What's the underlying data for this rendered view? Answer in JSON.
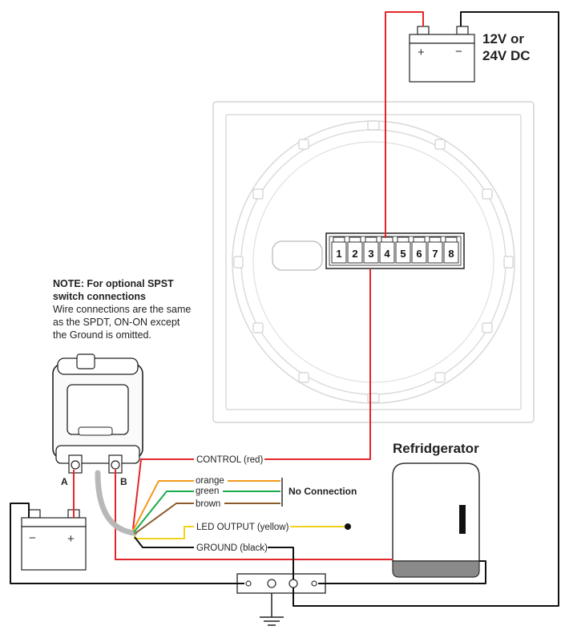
{
  "note": {
    "title_line1": "NOTE: For optional SPST",
    "title_line2": "switch connections",
    "body_line1": "Wire connections are the same",
    "body_line2": "as the SPDT, ON-ON  except",
    "body_line3": "the Ground is omitted."
  },
  "supply": {
    "line1": "12V or",
    "line2": "24V DC",
    "plus": "+",
    "minus": "−"
  },
  "terminals": [
    "1",
    "2",
    "3",
    "4",
    "5",
    "6",
    "7",
    "8"
  ],
  "switch": {
    "terminal_a": "A",
    "terminal_b": "B"
  },
  "wires": {
    "control": "CONTROL (red)",
    "orange": "orange",
    "green": "green",
    "brown": "brown",
    "no_connection": "No Connection",
    "led_output": "LED OUTPUT (yellow)",
    "ground": "GROUND (black)"
  },
  "fridge": {
    "title": "Refridgerator"
  },
  "battery_left": {
    "plus": "+",
    "minus": "−"
  },
  "colors": {
    "red": "#e4262a",
    "orange": "#f39a1e",
    "green": "#1aab4a",
    "brown": "#8a5a2b",
    "yellow": "#f2d21c",
    "black": "#111111",
    "panel": "#dcdcdc"
  }
}
